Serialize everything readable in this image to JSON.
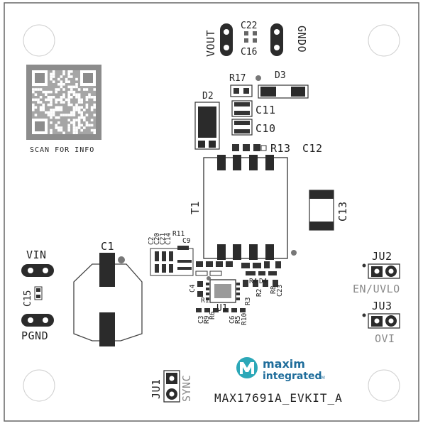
{
  "board": {
    "title": "MAX17691A_EVKIT_A",
    "scan_label": "SCAN FOR INFO",
    "logo": {
      "line1": "maxim",
      "line2": "integrated",
      "tm": "TM",
      "icon": "maxim-logo-icon"
    }
  },
  "connectors": {
    "vout": "VOUT",
    "gndo": "GNDO",
    "vin": "VIN",
    "pgnd": "PGND",
    "ju1": "JU1",
    "sync": "SYNC",
    "ju2": "JU2",
    "en_uvlo": "EN/UVLO",
    "ju3": "JU3",
    "ovi": "OVI"
  },
  "refdes": {
    "c22": "C22",
    "c16": "C16",
    "r17": "R17",
    "d3": "D3",
    "d2": "D2",
    "c11": "C11",
    "c10": "C10",
    "r13": "R13",
    "c12": "C12",
    "t1": "T1",
    "c13": "C13",
    "c1": "C1",
    "c15": "C15",
    "c2": "C2",
    "c20": "C20",
    "c21": "C21",
    "c14": "C14",
    "r11": "R11",
    "c9": "C9",
    "c4": "C4",
    "r4": "R4",
    "d4": "D4",
    "r2": "R2",
    "r8": "R8",
    "c23": "C23",
    "r1": "R1",
    "u1": "U1",
    "r3": "R3",
    "c3": "C3",
    "r9": "R9",
    "r6": "R6",
    "c6": "C6",
    "r5": "R5",
    "r10": "R10"
  },
  "colors": {
    "board": "#ffffff",
    "outline": "#555555",
    "pad": "#9a9a9a",
    "dark": "#2b2b2b",
    "qr": "#8c8c8c",
    "logo_teal": "#2ca8b8",
    "logo_blue": "#1f6d9b"
  }
}
